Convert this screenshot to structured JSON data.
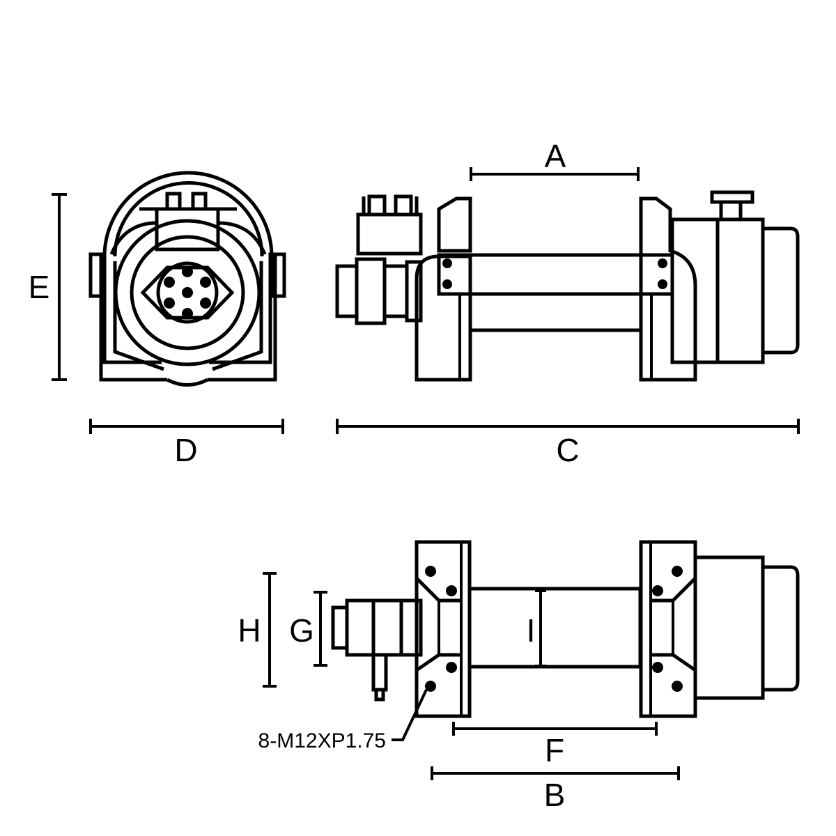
{
  "diagram": {
    "labels": {
      "A": "A",
      "B": "B",
      "C": "C",
      "D": "D",
      "E": "E",
      "F": "F",
      "G": "G",
      "H": "H",
      "I": "I"
    },
    "bolt_note": "8-M12XP1.75",
    "colors": {
      "ink": "#000000",
      "paper": "#ffffff"
    }
  }
}
